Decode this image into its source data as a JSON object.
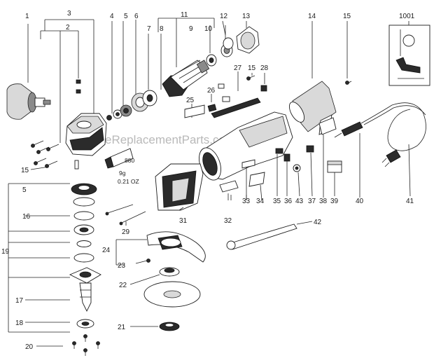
{
  "watermark": "eReplacementParts.com",
  "grease_note": {
    "code": "880",
    "weight": "9g",
    "ounces": "0.21 OZ"
  },
  "labels": {
    "l1": "1",
    "l2": "2",
    "l3": "3",
    "l4": "4",
    "l5a": "5",
    "l6": "6",
    "l7": "7",
    "l8": "8",
    "l9": "9",
    "l10": "10",
    "l11": "11",
    "l12": "12",
    "l13": "13",
    "l14": "14",
    "l15a": "15",
    "l1001": "1001",
    "l15b": "15",
    "l27": "27",
    "l28": "28",
    "l25": "25",
    "l26": "26",
    "l15c": "15",
    "l5b": "5",
    "l16": "16",
    "l19": "19",
    "l17": "17",
    "l18": "18",
    "l20": "20",
    "l29": "29",
    "l31": "31",
    "l24": "24",
    "l23": "23",
    "l22": "22",
    "l21": "21",
    "l32": "32",
    "l33": "33",
    "l34": "34",
    "l35": "35",
    "l36": "36",
    "l43": "43",
    "l37": "37",
    "l38": "38",
    "l39": "39",
    "l40": "40",
    "l41": "41",
    "l42": "42"
  },
  "colors": {
    "line": "#222222",
    "watermark": "#b9b9b9",
    "background": "#ffffff"
  }
}
